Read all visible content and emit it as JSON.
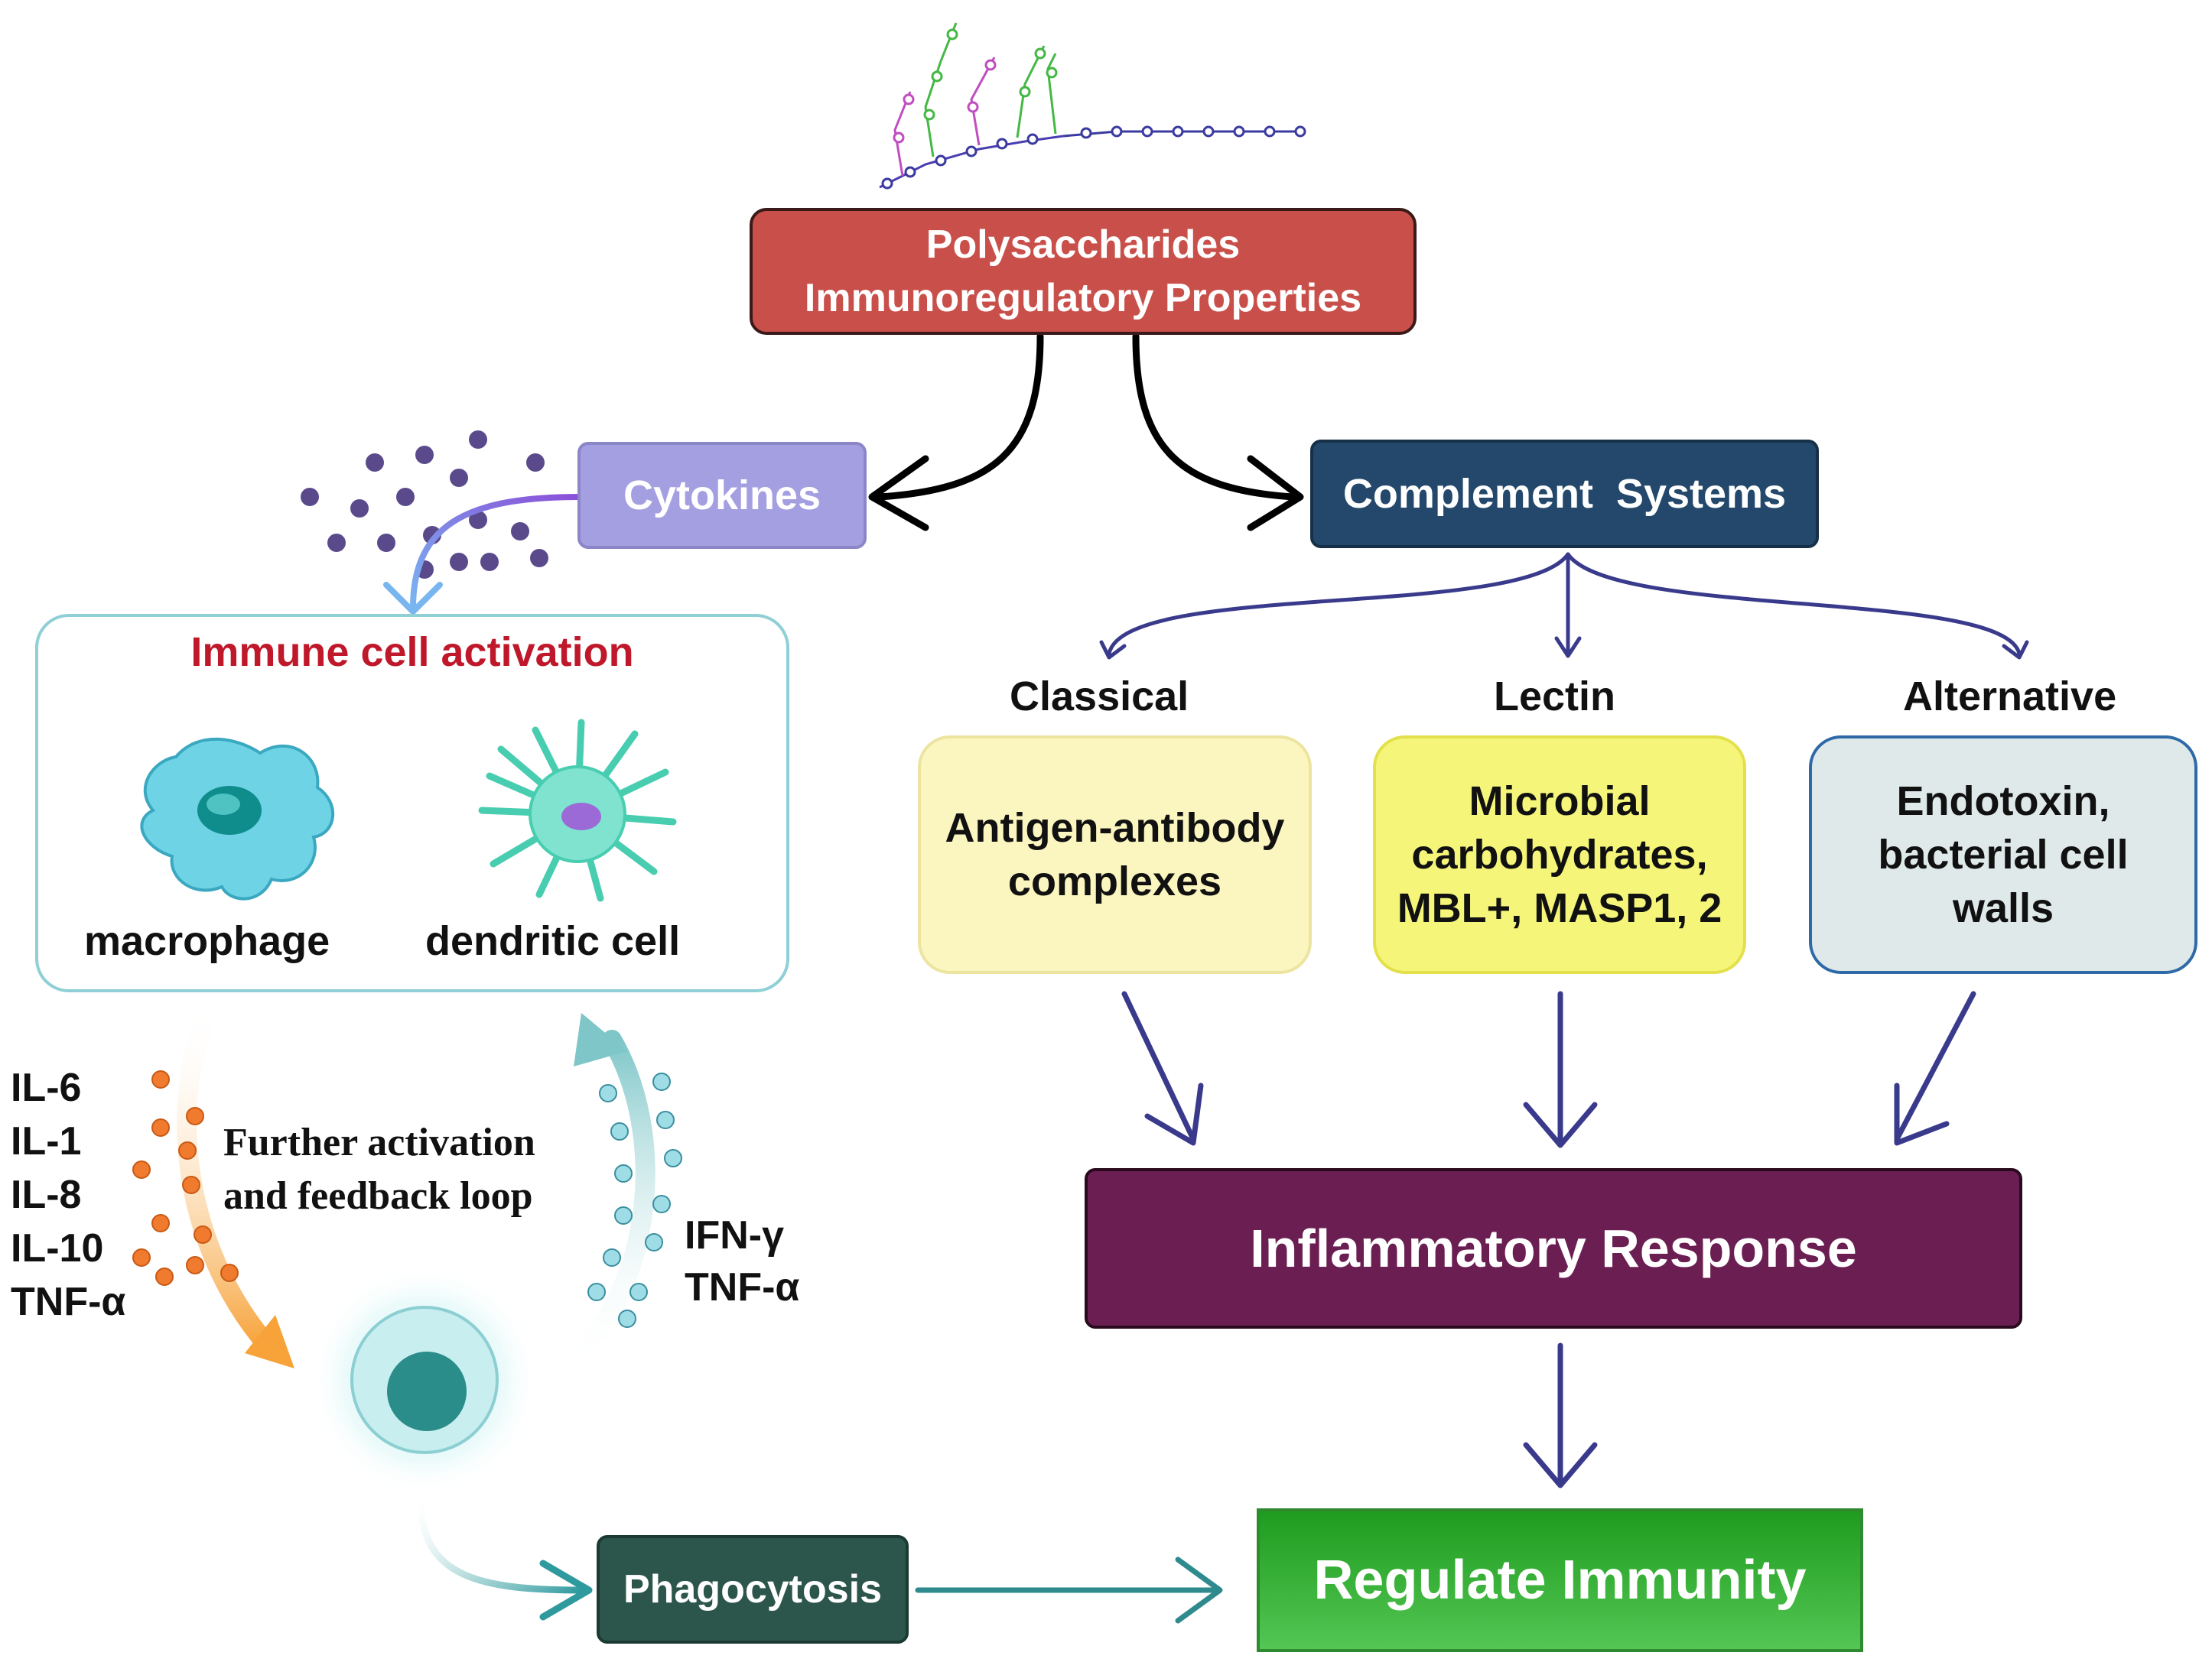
{
  "top": {
    "title_line1": "Polysaccharides",
    "title_line2": "Immunoregulatory Properties"
  },
  "cytokines": {
    "label": "Cytokines"
  },
  "complement": {
    "label": "Complement  Systems",
    "pathways": [
      {
        "name": "Classical",
        "box": "Antigen-antibody complexes"
      },
      {
        "name": "Lectin",
        "box": "Microbial carbohydrates, MBL+, MASP1, 2"
      },
      {
        "name": "Alternative",
        "box": "Endotoxin, bacterial cell walls"
      }
    ]
  },
  "immune": {
    "title": "Immune cell activation",
    "cell1": "macrophage",
    "cell2": "dendritic cell"
  },
  "left_cytokines": [
    "IL-6",
    "IL-1",
    "IL-8",
    "IL-10",
    "TNF-α"
  ],
  "right_cytokines": [
    "IFN-γ",
    "TNF-α"
  ],
  "feedback": {
    "line1": "Further activation",
    "line2": "and feedback loop"
  },
  "phagocytosis": {
    "label": "Phagocytosis"
  },
  "inflammatory": {
    "label": "Inflammatory Response"
  },
  "regulate": {
    "label": "Regulate Immunity"
  },
  "colors": {
    "top_box": "#c9504a",
    "cytokines_box": "#a49fe0",
    "complement_box": "#23486b",
    "classical_box": "#fbf6bf",
    "lectin_box": "#f5f57a",
    "alternative_box": "#dfe9e9",
    "inflammatory_box": "#6b1e52",
    "regulate_box": "#2fa12f",
    "phagocytosis_box": "#2c554b",
    "arrow_blue": "#3a3a8c",
    "immune_title": "#c0182b"
  }
}
